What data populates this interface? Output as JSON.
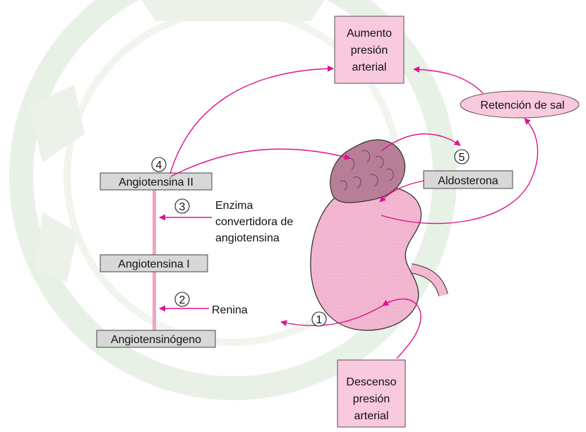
{
  "boxes": {
    "aumento": [
      "Aumento",
      "presión",
      "arterial"
    ],
    "descenso": [
      "Descenso",
      "presión",
      "arterial"
    ],
    "retencion": "Retención de sal",
    "aldosterona": "Aldosterona",
    "angiotensina_ii": "Angiotensina II",
    "angiotensina_i": "Angiotensina I",
    "angiotensinogeno": "Angiotensinógeno"
  },
  "labels": {
    "eca": [
      "Enzima",
      "convertidora de",
      "angiotensina"
    ],
    "renina": "Renina"
  },
  "steps": [
    "1",
    "2",
    "3",
    "4",
    "5"
  ],
  "colors": {
    "arrow": "#e0118f",
    "box_pink": "#f9c9dd",
    "box_gray": "#d8d8d8",
    "kidney": "#f4b8d2",
    "adrenal": "#b87e97",
    "watermark": "#d7e6d2"
  }
}
